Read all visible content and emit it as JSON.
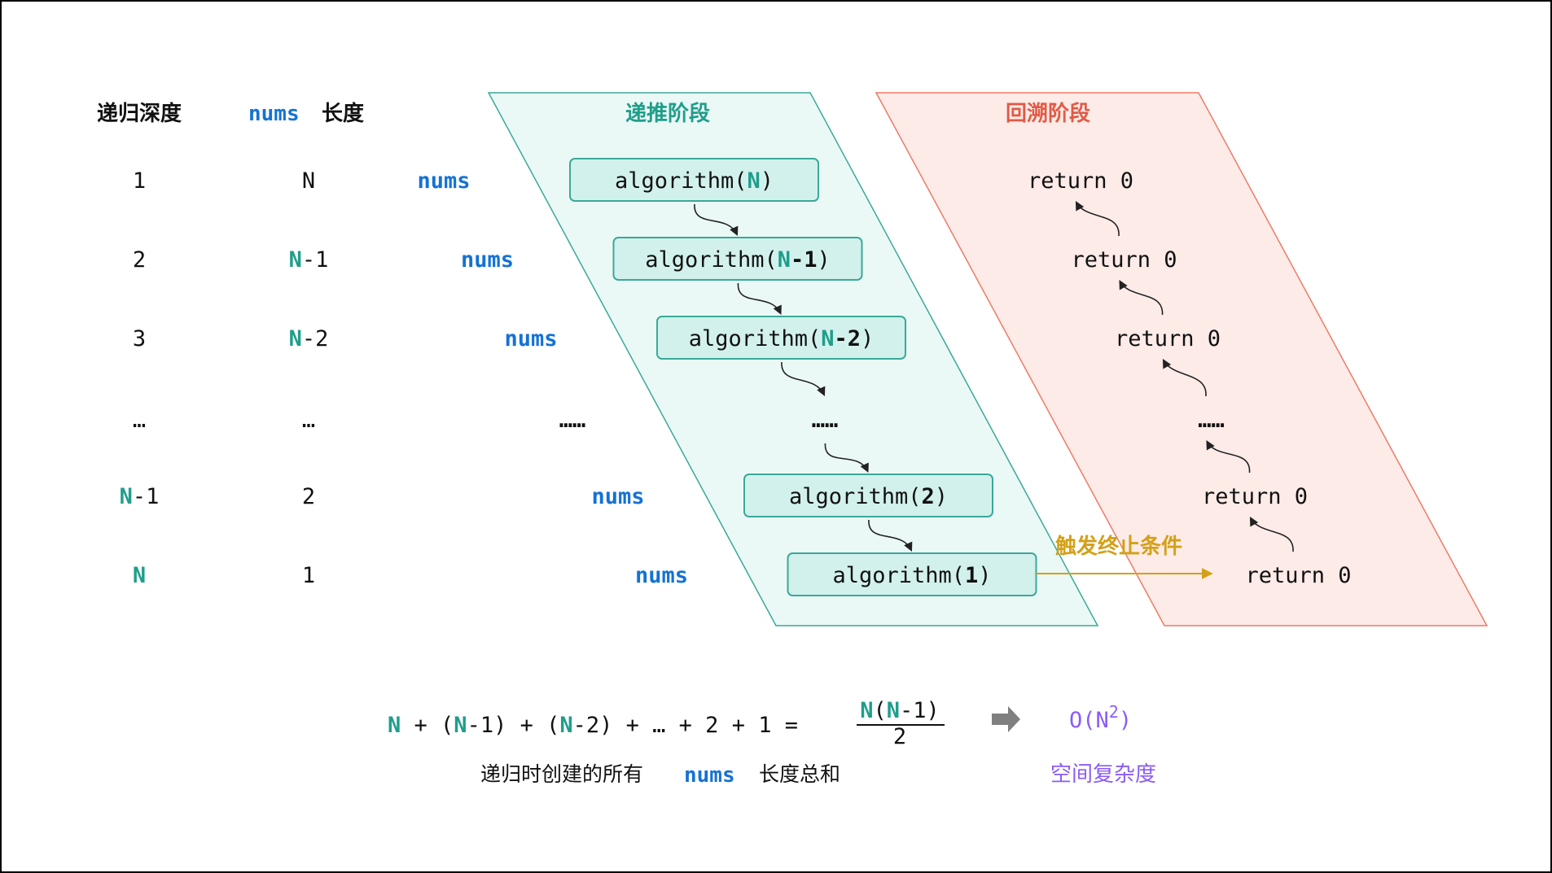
{
  "colors": {
    "teal": "#1f9e8b",
    "blue": "#1472d6",
    "red": "#e15a45",
    "orange": "#d4a017",
    "purple": "#8b5cf6",
    "gray_arrow": "#7f7f7f",
    "push_fill": "#ebf9f6",
    "push_stroke": "#3aa999",
    "pop_fill": "#fdebe8",
    "pop_stroke": "#ef7a66",
    "box_fill": "#d2f1ec",
    "box_stroke": "#3aa999"
  },
  "headers": {
    "depth": "递归深度",
    "nums_word": "nums",
    "length_word": "长度",
    "push_stage": "递推阶段",
    "pop_stage": "回溯阶段"
  },
  "rows": [
    {
      "depth": {
        "prefix": "",
        "body": "1"
      },
      "length": {
        "prefix": "",
        "body": "N"
      },
      "nums": "nums",
      "call": {
        "open": "algorithm(",
        "arg": "N",
        "arg_style": "teal-bold",
        "close": ")"
      },
      "ret": "return 0"
    },
    {
      "depth": {
        "prefix": "",
        "body": "2"
      },
      "length": {
        "prefix": "N",
        "body": "-1"
      },
      "nums": "nums",
      "call": {
        "open": "algorithm(",
        "arg": "N-1",
        "arg_style": "teal-bold-split",
        "close": ")"
      },
      "ret": "return 0"
    },
    {
      "depth": {
        "prefix": "",
        "body": "3"
      },
      "length": {
        "prefix": "N",
        "body": "-2"
      },
      "nums": "nums",
      "call": {
        "open": "algorithm(",
        "arg": "N-2",
        "arg_style": "teal-bold-split",
        "close": ")"
      },
      "ret": "return 0"
    },
    {
      "depth": {
        "prefix": "",
        "body": "…"
      },
      "length": {
        "prefix": "",
        "body": "…"
      },
      "nums": "……",
      "call": null,
      "call_text": "……",
      "ret": "……"
    },
    {
      "depth": {
        "prefix": "N",
        "body": "-1"
      },
      "length": {
        "prefix": "",
        "body": "2"
      },
      "nums": "nums",
      "call": {
        "open": "algorithm(",
        "arg": "2",
        "arg_style": "bold",
        "close": ")"
      },
      "ret": "return 0"
    },
    {
      "depth": {
        "prefix": "N",
        "body": ""
      },
      "length": {
        "prefix": "",
        "body": "1"
      },
      "nums": "nums",
      "call": {
        "open": "algorithm(",
        "arg": "1",
        "arg_style": "bold",
        "close": ")"
      },
      "ret": "return 0"
    }
  ],
  "terminate_label": "触发终止条件",
  "formula": {
    "terms": [
      "N",
      " + (",
      "N",
      "-1) + (",
      "N",
      "-2) + … + 2 + 1 = "
    ],
    "frac_num_parts": [
      "N",
      "(",
      "N",
      "-1)"
    ],
    "frac_den": "2",
    "result_base": "O(N",
    "result_exp": "2",
    "result_close": ")",
    "caption_left_a": "递归时创建的所有",
    "caption_left_nums": "nums",
    "caption_left_b": "长度总和",
    "caption_right": "空间复杂度"
  }
}
